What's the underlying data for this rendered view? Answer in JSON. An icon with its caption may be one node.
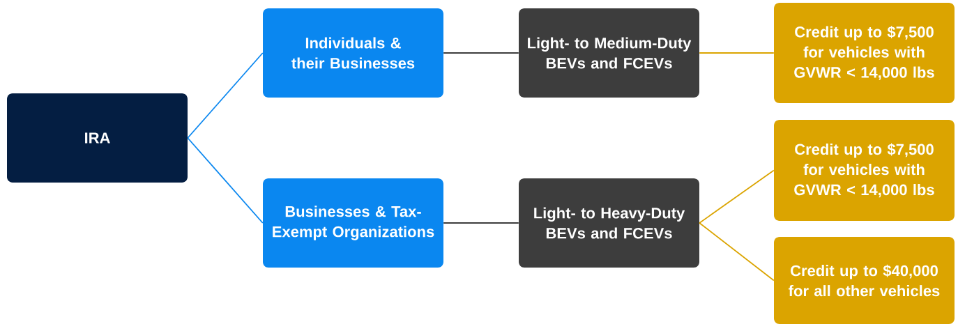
{
  "diagram": {
    "nodes": [
      {
        "text": [
          "IRA"
        ]
      },
      {
        "text": [
          "Individuals & their Businesses"
        ]
      },
      {
        "text": [
          "Businesses & Tax-Exempt Organizations"
        ]
      },
      {
        "text": [
          "Light- to Medium-Duty BEVs and FCEVs"
        ]
      },
      {
        "text": [
          "Light- to Heavy-Duty BEVs and FCEVs"
        ]
      },
      {
        "text": [
          "Credit up to $7,500 for vehicles with GVWR < 14,000 lbs"
        ]
      },
      {
        "text": [
          "Credit up to $7,500 for vehicles with GVWR < 14,000 lbs"
        ]
      },
      {
        "text": [
          "Credit up to $40,000 for all other vehicles"
        ]
      }
    ],
    "edges": [
      {
        "from": 0,
        "to": 1,
        "arrow": "none",
        "color": "#0a87f0"
      },
      {
        "from": 0,
        "to": 2,
        "arrow": "none",
        "color": "#0a87f0"
      },
      {
        "from": 1,
        "to": 3,
        "arrow": "none",
        "color": "#3d3d3d"
      },
      {
        "from": 2,
        "to": 4,
        "arrow": "none",
        "color": "#3d3d3d"
      },
      {
        "from": 3,
        "to": 5,
        "arrow": "none"
      },
      {
        "from": 4,
        "to": 6,
        "arrow": "none"
      },
      {
        "from": 4,
        "to": 7,
        "arrow": "none"
      }
    ]
  }
}
